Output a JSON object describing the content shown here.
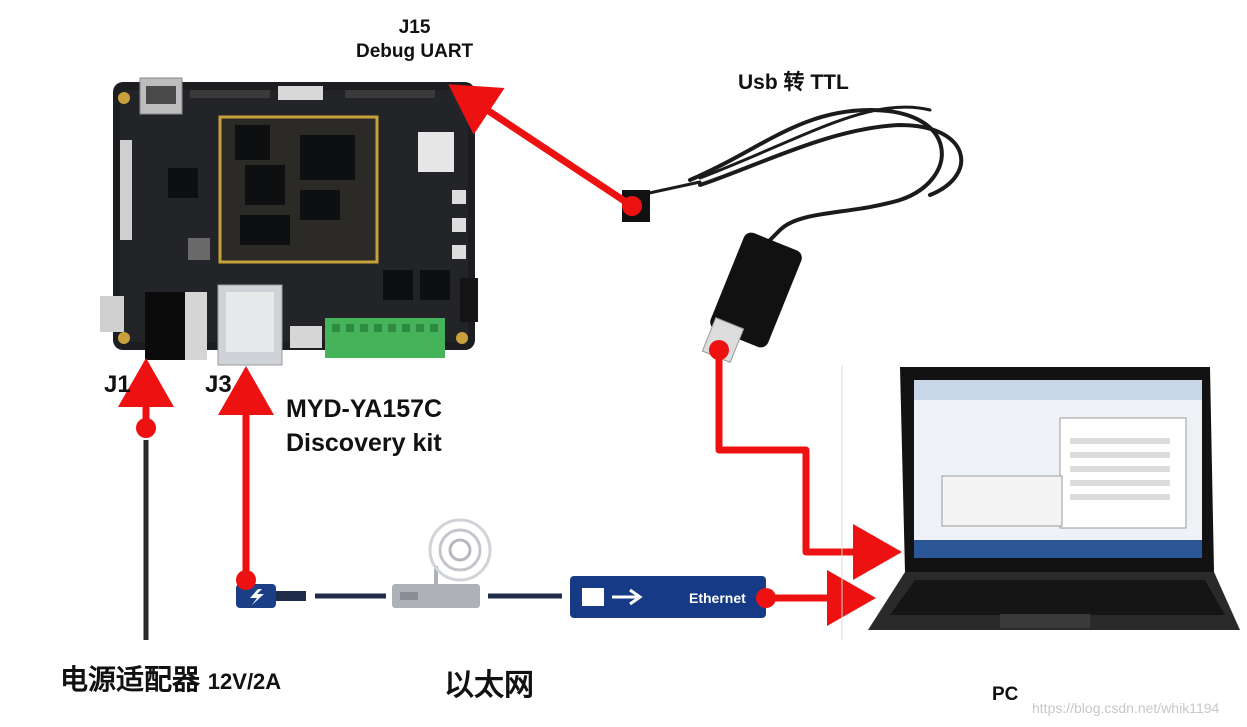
{
  "labels": {
    "j15": "J15",
    "debug_uart": "Debug UART",
    "usb_ttl": "Usb 转 TTL",
    "j1": "J1",
    "j3": "J3",
    "kit_line1": "MYD-YA157C",
    "kit_line2": "Discovery kit",
    "power_adapter": "电源适配器",
    "power_spec": "12V/2A",
    "ethernet_cn": "以太网",
    "pc": "PC",
    "ethernet_adapter": "Ethernet",
    "watermark": "https://blog.csdn.net/whik1194"
  },
  "colors": {
    "arrow": "#ee1111",
    "board": "#1c1d20",
    "cable": "#1f2c4a",
    "adapter": "#163a86",
    "terminal": "#45b35a"
  }
}
